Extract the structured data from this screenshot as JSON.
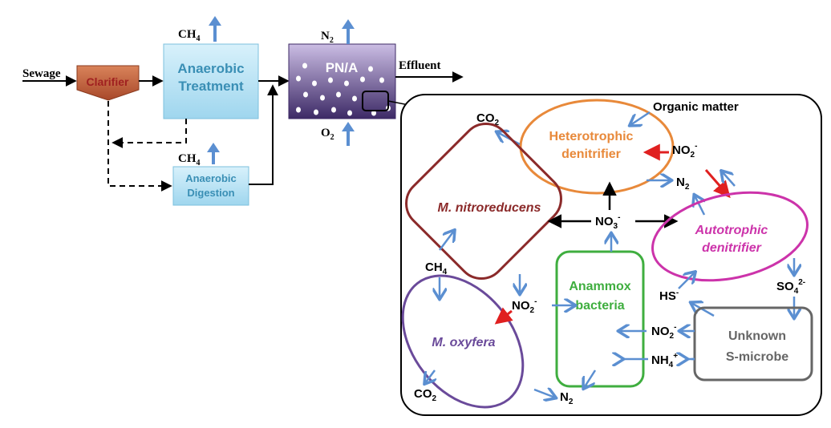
{
  "process": {
    "sewage": "Sewage",
    "clarifier": "Clarifier",
    "anaerobic_treatment_line1": "Anaerobic",
    "anaerobic_treatment_line2": "Treatment",
    "anaerobic_digestion_line1": "Anaerobic",
    "anaerobic_digestion_line2": "Digestion",
    "pna": "PN/A",
    "effluent": "Effluent",
    "ch4": "CH",
    "ch4_sub": "4",
    "n2": "N",
    "n2_sub": "2",
    "o2": "O",
    "o2_sub": "2"
  },
  "detail": {
    "organic_matter": "Organic matter",
    "heterotrophic_line1": "Heterotrophic",
    "heterotrophic_line2": "denitrifier",
    "m_nitroreducens": "M. nitroreducens",
    "autotrophic_line1": "Autotrophic",
    "autotrophic_line2": "denitrifier",
    "anammox_line1": "Anammox",
    "anammox_line2": "bacteria",
    "m_oxyfera": "M. oxyfera",
    "unknown_line1": "Unknown",
    "unknown_line2": "S-microbe",
    "co2": "CO",
    "co2_sub": "2",
    "no3": "NO",
    "no3_sub": "3",
    "no3_sup": "-",
    "no2": "NO",
    "no2_sub": "2",
    "no2_sup": "-",
    "n2": "N",
    "n2_sub": "2",
    "ch4": "CH",
    "ch4_sub": "4",
    "hs": "HS",
    "hs_sup": "-",
    "so4": "SO",
    "so4_sub": "4",
    "so4_sup": "2-",
    "nh4": "NH",
    "nh4_sub": "4",
    "nh4_sup": "+"
  },
  "colors": {
    "clarifier": "#b8552e",
    "process_box": "#bfe6f4",
    "process_text": "#3a8fb5",
    "pna_top": "#b9a8d6",
    "pna_bottom": "#3d2a66",
    "flow_arrow": "#5b8fd1",
    "heterotrophic": "#e8893a",
    "m_nitroreducens": "#8b2a2a",
    "autotrophic": "#cc33aa",
    "anammox": "#3fae3f",
    "m_oxyfera": "#6a4a9a",
    "unknown": "#666666",
    "red_arrow": "#e02020"
  }
}
